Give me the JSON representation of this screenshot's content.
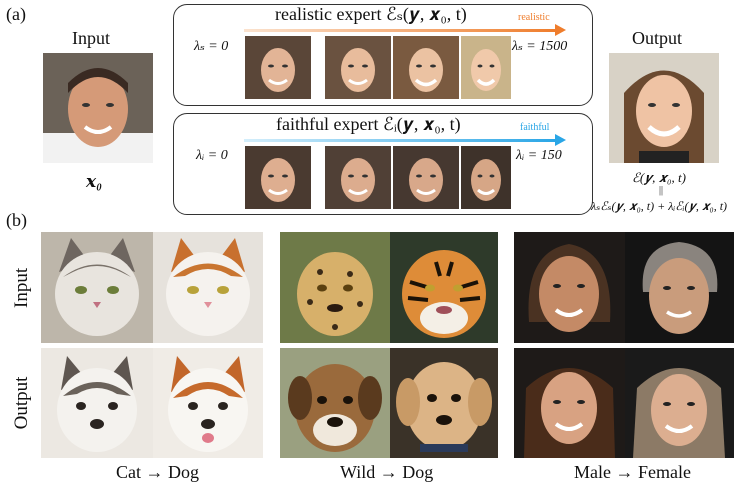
{
  "panel_a": {
    "label": "(a)",
    "input_title": "Input",
    "output_title": "Output",
    "input_var": "𝒙₀",
    "realistic": {
      "title": "realistic expert  ℰₛ(𝒚, 𝒙₀, t)",
      "arrow_label": "realistic",
      "lambda_start": "λₛ = 0",
      "lambda_end": "λₛ = 1500",
      "color": "#ef7d2c"
    },
    "faithful": {
      "title": "faithful expert  ℰᵢ(𝒚, 𝒙₀, t)",
      "arrow_label": "faithful",
      "lambda_start": "λᵢ = 0",
      "lambda_end": "λᵢ = 150",
      "color": "#2aa6e6"
    },
    "output_formula_top": "ℰ(𝒚, 𝒙₀, t)",
    "output_formula_eq": "||",
    "output_formula_bottom": "λₛℰₛ(𝒚, 𝒙₀, t) + λᵢℰᵢ(𝒚, 𝒙₀, t)"
  },
  "panel_b": {
    "label": "(b)",
    "row_input": "Input",
    "row_output": "Output",
    "captions": [
      {
        "from": "Cat",
        "arrow": "→",
        "to": "Dog"
      },
      {
        "from": "Wild",
        "arrow": "→",
        "to": "Dog"
      },
      {
        "from": "Male",
        "arrow": "→",
        "to": "Female"
      }
    ]
  }
}
